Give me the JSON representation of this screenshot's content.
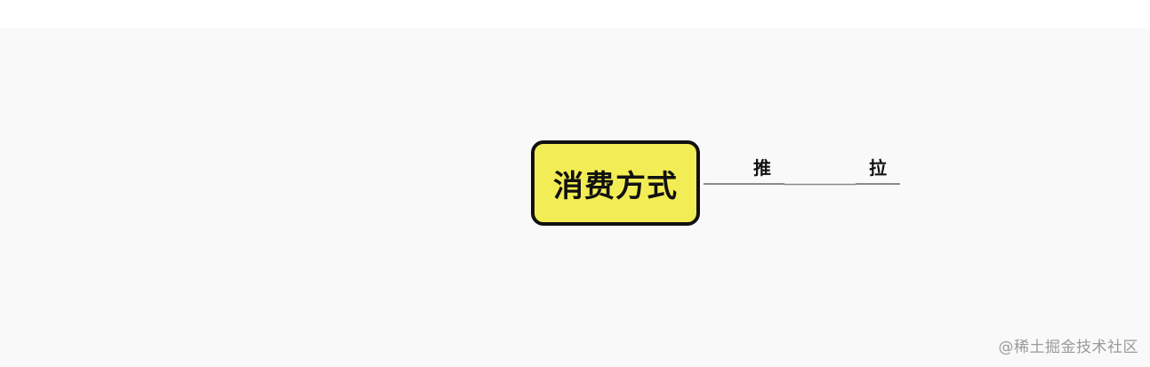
{
  "mindmap": {
    "central_topic": "消费方式",
    "branches": [
      {
        "label": "推"
      },
      {
        "label": "拉"
      }
    ],
    "colors": {
      "topic_fill": "#f3ed55",
      "topic_border": "#111111",
      "connector": "#8a8a8a",
      "background": "#f9f9f9"
    }
  },
  "watermark": "@稀土掘金技术社区"
}
